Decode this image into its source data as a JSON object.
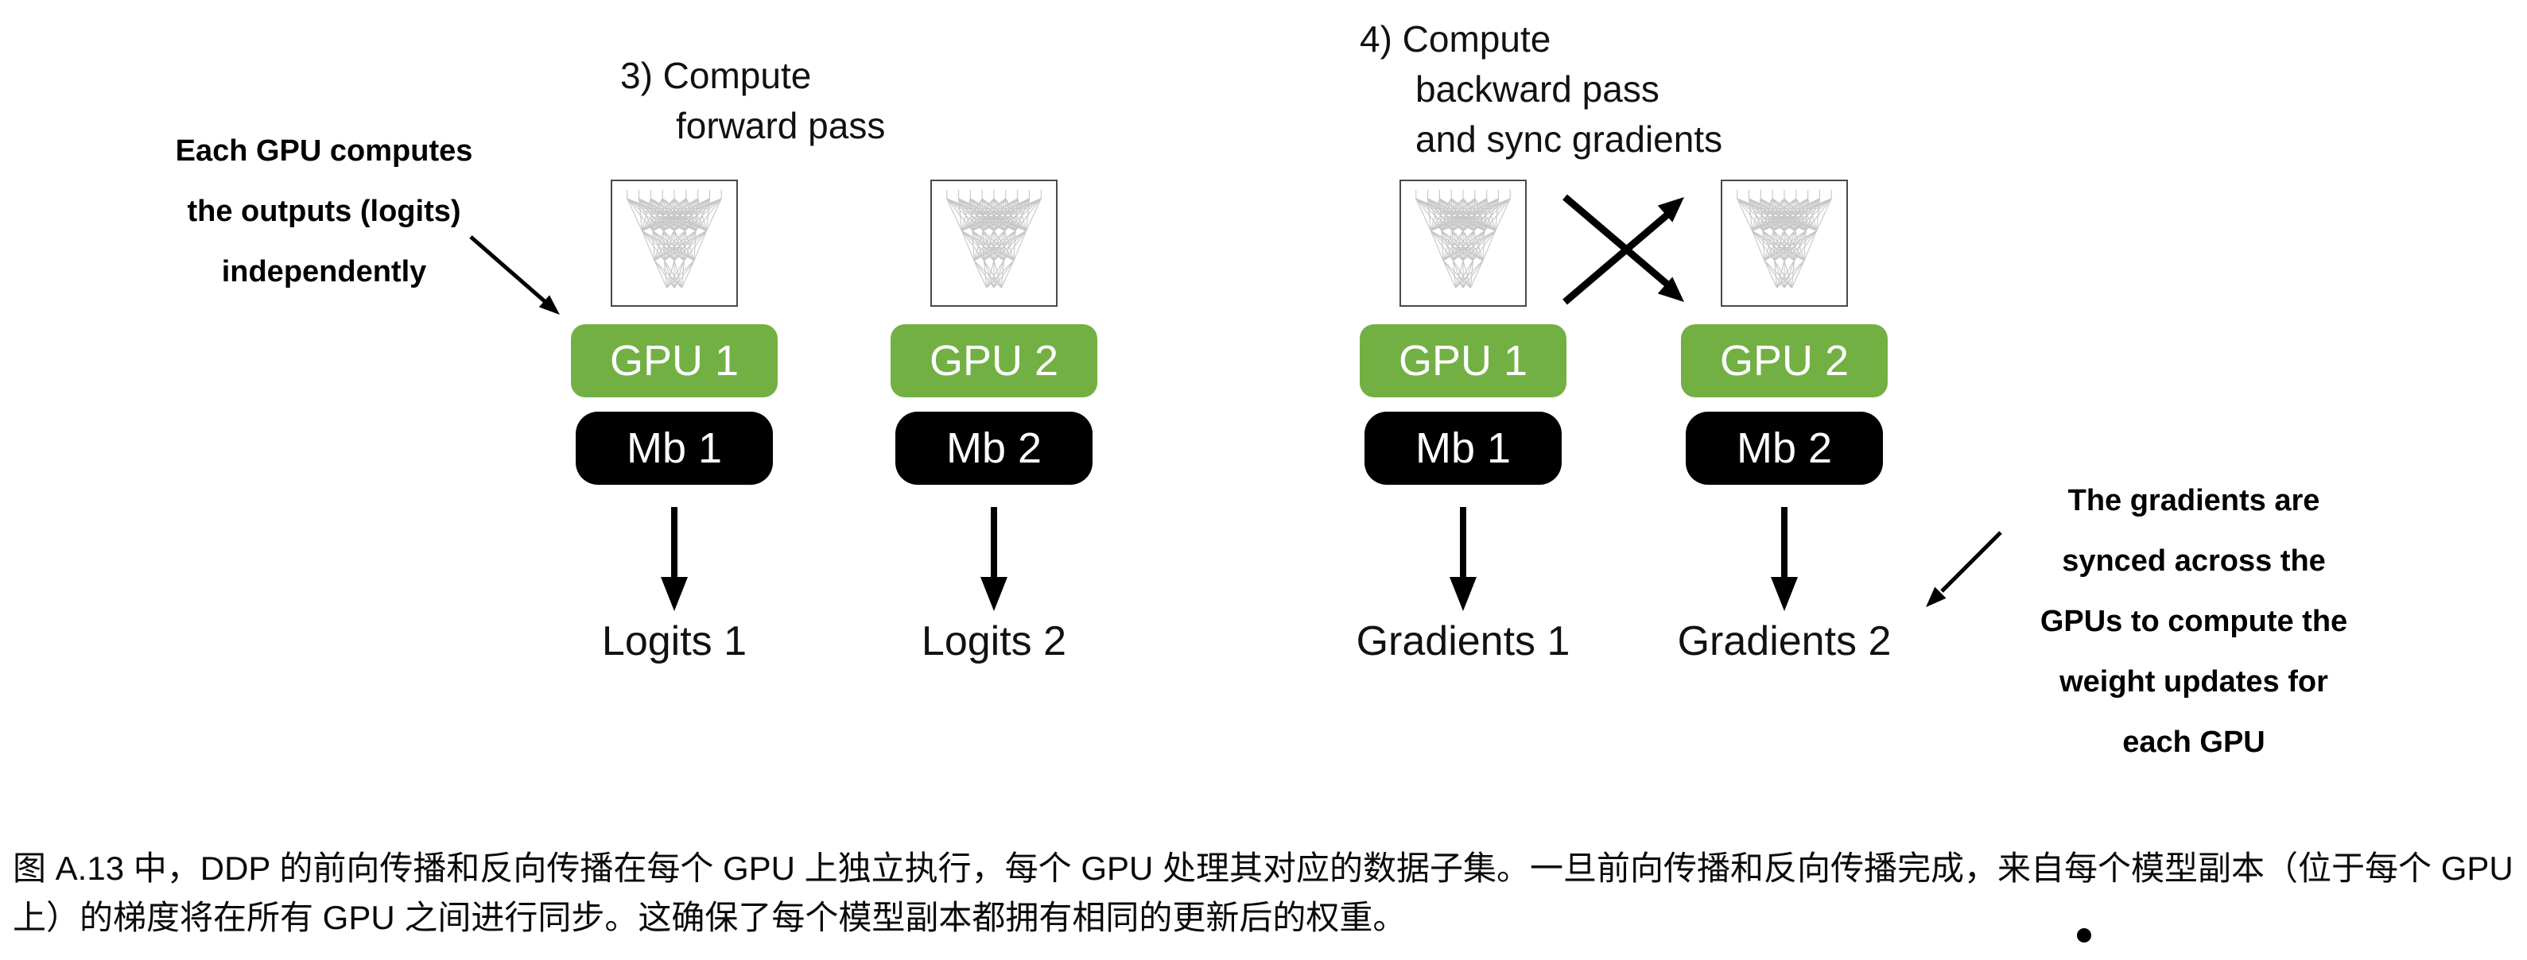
{
  "diagram": {
    "forward": {
      "title": [
        "3) Compute",
        "forward pass"
      ],
      "annotation": [
        "Each GPU computes",
        "the outputs (logits)",
        "independently"
      ],
      "units": [
        {
          "gpu": "GPU 1",
          "mb": "Mb 1",
          "output": "Logits 1"
        },
        {
          "gpu": "GPU 2",
          "mb": "Mb 2",
          "output": "Logits 2"
        }
      ]
    },
    "backward": {
      "title": [
        "4) Compute",
        "backward pass",
        "and sync gradients"
      ],
      "annotation": [
        "The gradients are",
        "synced across the",
        "GPUs to compute the",
        "weight updates for",
        "each GPU"
      ],
      "units": [
        {
          "gpu": "GPU 1",
          "mb": "Mb 1",
          "output": "Gradients 1"
        },
        {
          "gpu": "GPU 2",
          "mb": "Mb 2",
          "output": "Gradients 2"
        }
      ]
    },
    "colors": {
      "gpu_green": "#72B043",
      "mb_black": "#000000"
    }
  },
  "caption": {
    "text": "图 A.13 中，DDP 的前向传播和反向传播在每个 GPU 上独立执行，每个 GPU 处理其对应的数据子集。一旦前向传播和反向传播完成，来自每个模型副本（位于每个 GPU 上）的梯度将在所有 GPU 之间进行同步。这确保了每个模型副本都拥有相同的更新后的权重。"
  }
}
